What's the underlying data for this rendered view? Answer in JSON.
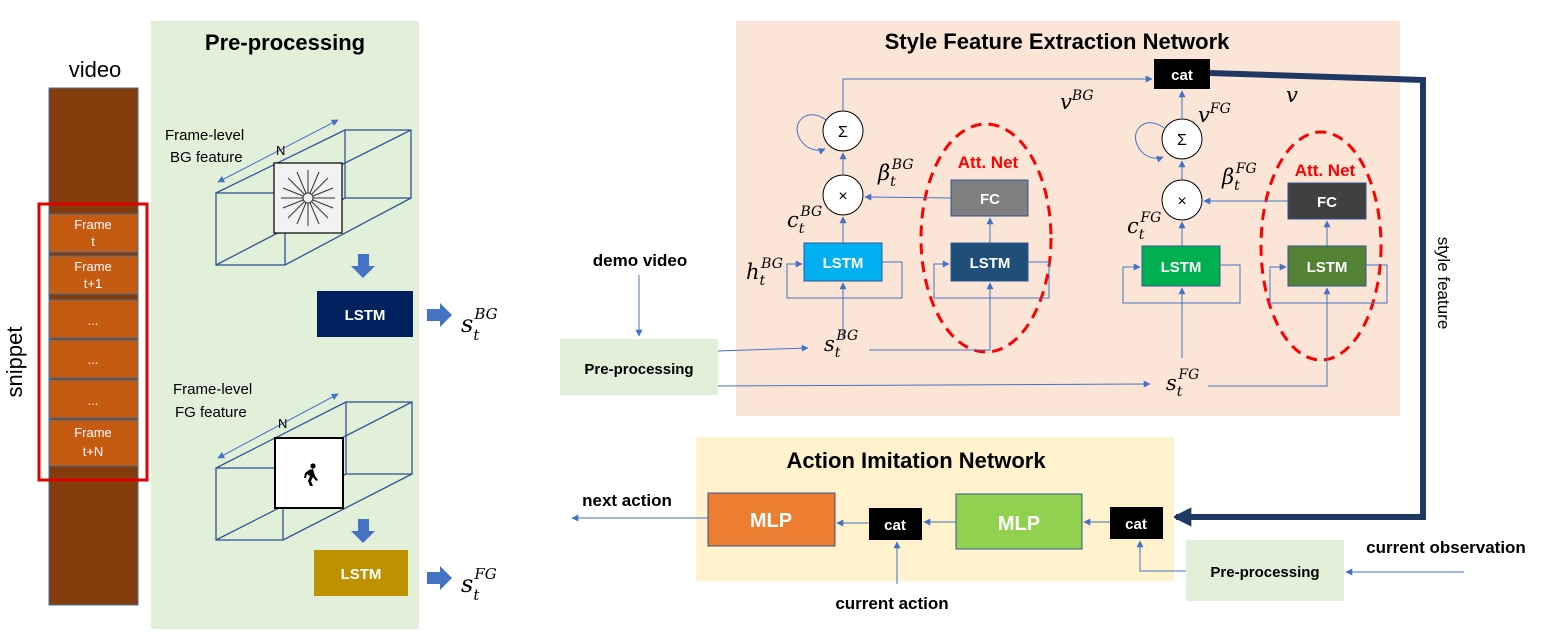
{
  "left": {
    "video_label": "video",
    "snippet_label": "snippet",
    "frames": [
      {
        "line1": "Frame",
        "line2": "t"
      },
      {
        "line1": "Frame",
        "line2": "t+1"
      },
      {
        "line1": "...",
        "line2": ""
      },
      {
        "line1": "...",
        "line2": ""
      },
      {
        "line1": "...",
        "line2": ""
      },
      {
        "line1": "Frame",
        "line2": "t+N"
      }
    ]
  },
  "preprocessing": {
    "title": "Pre-processing",
    "bg_label_1": "Frame-level",
    "bg_label_2": "BG feature",
    "fg_label_1": "Frame-level",
    "fg_label_2": "FG feature",
    "n_label": "N",
    "lstm_bg": "LSTM",
    "lstm_fg": "LSTM",
    "s_bg": {
      "base": "s",
      "sub": "t",
      "sup": "BG"
    },
    "s_fg": {
      "base": "s",
      "sub": "t",
      "sup": "FG"
    }
  },
  "style_net": {
    "title": "Style Feature Extraction Network",
    "cat": "cat",
    "sum": "Σ",
    "mul": "×",
    "att_net": "Att. Net",
    "fc": "FC",
    "lstm": "LSTM",
    "v": "v",
    "v_bg": {
      "base": "v",
      "sup": "BG"
    },
    "v_fg": {
      "base": "v",
      "sup": "FG"
    },
    "beta_bg": {
      "base": "β",
      "sub": "t",
      "sup": "BG"
    },
    "beta_fg": {
      "base": "β",
      "sub": "t",
      "sup": "FG"
    },
    "c_bg": {
      "base": "c",
      "sub": "t",
      "sup": "BG"
    },
    "c_fg": {
      "base": "c",
      "sub": "t",
      "sup": "FG"
    },
    "h_bg": {
      "base": "h",
      "sub": "t",
      "sup": "BG"
    },
    "s_bg": {
      "base": "s",
      "sub": "t",
      "sup": "BG"
    },
    "s_fg": {
      "base": "s",
      "sub": "t",
      "sup": "FG"
    }
  },
  "inputs": {
    "demo_video": "demo video",
    "preprocessing": "Pre-processing",
    "style_feature": "style feature"
  },
  "action_net": {
    "title": "Action Imitation Network",
    "mlp": "MLP",
    "cat": "cat",
    "next_action": "next action",
    "current_action": "current action",
    "current_observation": "current observation",
    "preprocessing": "Pre-processing"
  },
  "colors": {
    "video_brown": "#843c0c",
    "frame_orange": "#c55a11",
    "preproc_green": "#e2f0d9",
    "style_bg": "#fbe5d6",
    "action_bg": "#fff2cc",
    "lstm_navy": "#002060",
    "lstm_gold": "#bf9000",
    "lstm_cyan": "#00b0f0",
    "lstm_dark_blue": "#1f4e79",
    "lstm_green": "#00b050",
    "lstm_olive": "#548235",
    "fc_gray": "#7f7f7f",
    "fc_dark": "#404040",
    "mlp_orange": "#ed7d31",
    "mlp_green": "#92d050",
    "arrow_blue": "#4472c4",
    "thick_arrow": "#203864",
    "red": "#ff0000"
  }
}
